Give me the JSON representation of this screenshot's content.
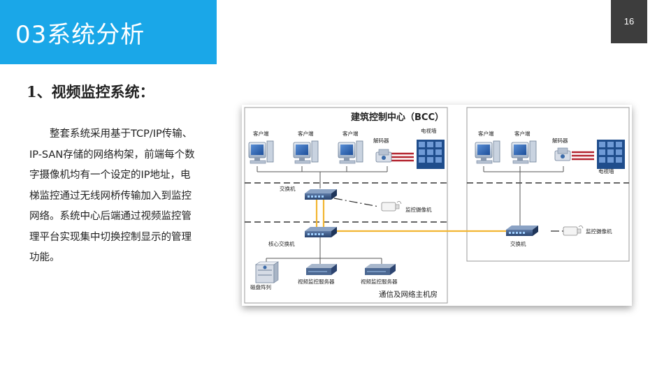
{
  "header": {
    "title": "03系统分析",
    "page_number": "16"
  },
  "section": {
    "heading": "1、视频监控系统："
  },
  "paragraph": {
    "lines": [
      "　　整套系统采用基于TCP/IP传输、",
      "IP-SAN存储的网络构架，前端每个数",
      "字摄像机均有一个设定的IP地址，电",
      "梯监控通过无线网桥传输加入到监控",
      "网络。系统中心后端通过视频监控管",
      "理平台实现集中切换控制显示的管理",
      "功能。"
    ]
  },
  "diagram": {
    "bcc_title": "建筑控制中心（BCC）",
    "network_room_title": "通信及网络主机房",
    "left": {
      "clients": [
        "客户端",
        "客户端",
        "客户端"
      ],
      "decoder": "解码器",
      "video_wall": "电视墙",
      "switch": "交换机",
      "camera": "监控摄像机",
      "core_switch": "核心交换机",
      "disk_array": "磁盘阵列",
      "servers": [
        "视频监控服务器",
        "视频监控服务器"
      ]
    },
    "right": {
      "clients": [
        "客户端",
        "客户端"
      ],
      "decoder": "解码器",
      "video_wall": "电视墙",
      "switch": "交换机",
      "camera": "监控摄像机"
    },
    "colors": {
      "fiber": "#f2b632",
      "link": "#555555",
      "wall_blue": "#2f5f9e",
      "accent": "#1aa7e8"
    }
  }
}
